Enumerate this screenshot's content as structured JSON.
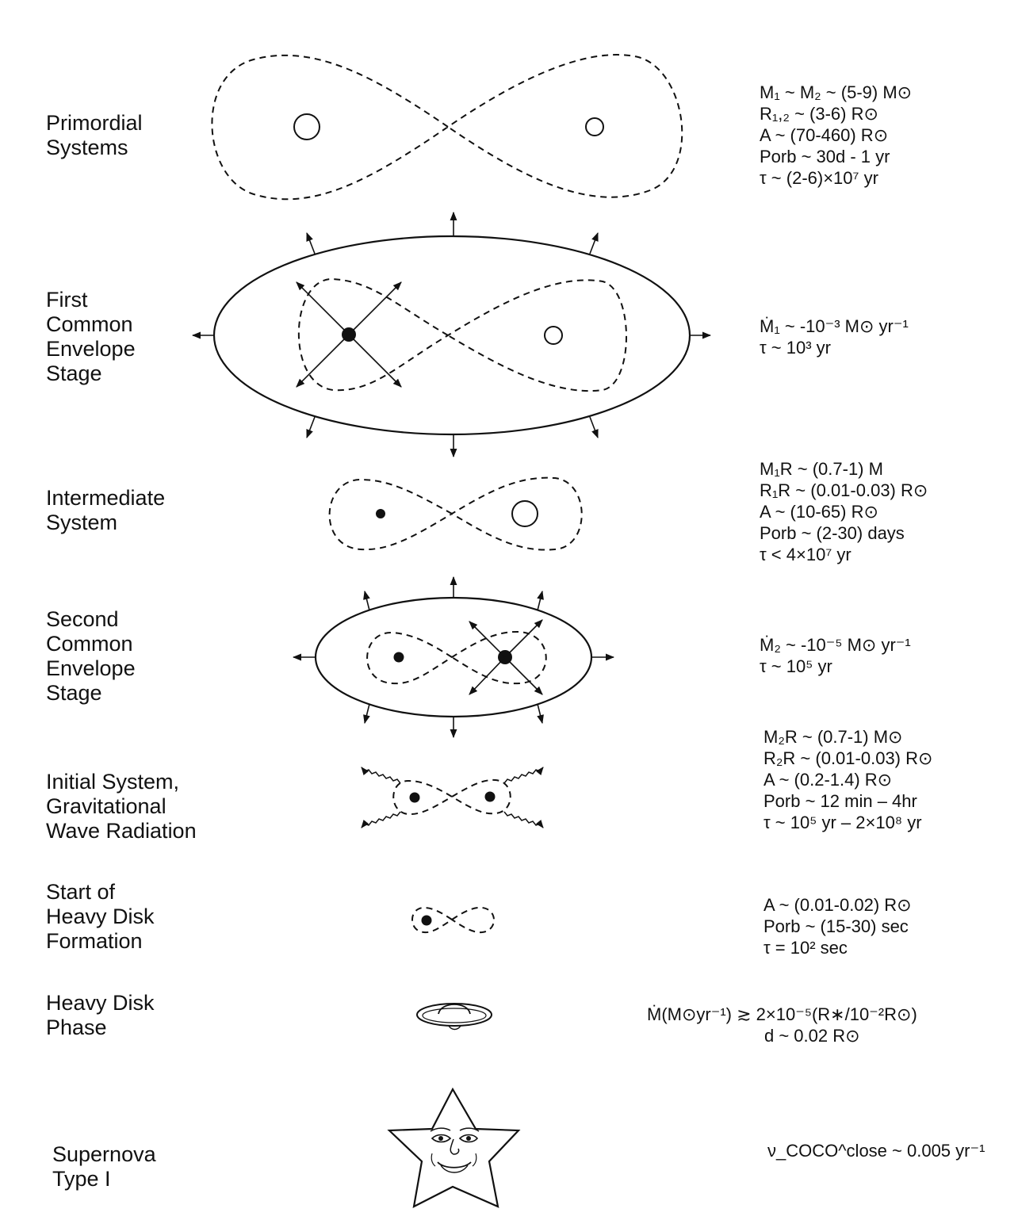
{
  "stages": [
    {
      "id": "primordial",
      "label": "Primordial\nSystems",
      "params": [
        "M₁ ~ M₂ ~ (5-9) M⊙",
        "R₁,₂ ~ (3-6) R⊙",
        "A ~ (70-460) R⊙",
        "Porb ~ 30d - 1 yr",
        "τ ~ (2-6)×10⁷ yr"
      ]
    },
    {
      "id": "first-common-envelope",
      "label": "First\nCommon\nEnvelope\nStage",
      "params": [
        "Ṁ₁ ~ -10⁻³ M⊙ yr⁻¹",
        "τ ~ 10³ yr"
      ]
    },
    {
      "id": "intermediate",
      "label": "Intermediate\nSystem",
      "params": [
        "M₁R ~ (0.7-1) M",
        "R₁R ~ (0.01-0.03) R⊙",
        "A ~ (10-65) R⊙",
        "Porb ~ (2-30) days",
        "τ < 4×10⁷ yr"
      ]
    },
    {
      "id": "second-common-envelope",
      "label": "Second\nCommon\nEnvelope\nStage",
      "params": [
        "Ṁ₂ ~ -10⁻⁵ M⊙ yr⁻¹",
        "τ ~ 10⁵ yr"
      ]
    },
    {
      "id": "initial-gw",
      "label": "Initial System,\nGravitational\nWave Radiation",
      "params": [
        "M₂R ~ (0.7-1) M⊙",
        "R₂R ~ (0.01-0.03) R⊙",
        "A ~ (0.2-1.4) R⊙",
        "Porb ~ 12 min – 4hr",
        "τ ~ 10⁵ yr – 2×10⁸ yr"
      ]
    },
    {
      "id": "heavy-disk-start",
      "label": "Start of\nHeavy Disk\nFormation",
      "params": [
        "A ~ (0.01-0.02) R⊙",
        "Porb ~ (15-30) sec",
        "τ = 10² sec"
      ]
    },
    {
      "id": "heavy-disk",
      "label": "Heavy Disk\nPhase",
      "params": [
        "Ṁ(M⊙yr⁻¹) ≳ 2×10⁻⁵(R∗/10⁻²R⊙)",
        "d ~ 0.02 R⊙"
      ]
    },
    {
      "id": "supernova",
      "label": "Supernova\nType I",
      "params": [
        "ν_COCO^close ~ 0.005 yr⁻¹"
      ]
    }
  ]
}
